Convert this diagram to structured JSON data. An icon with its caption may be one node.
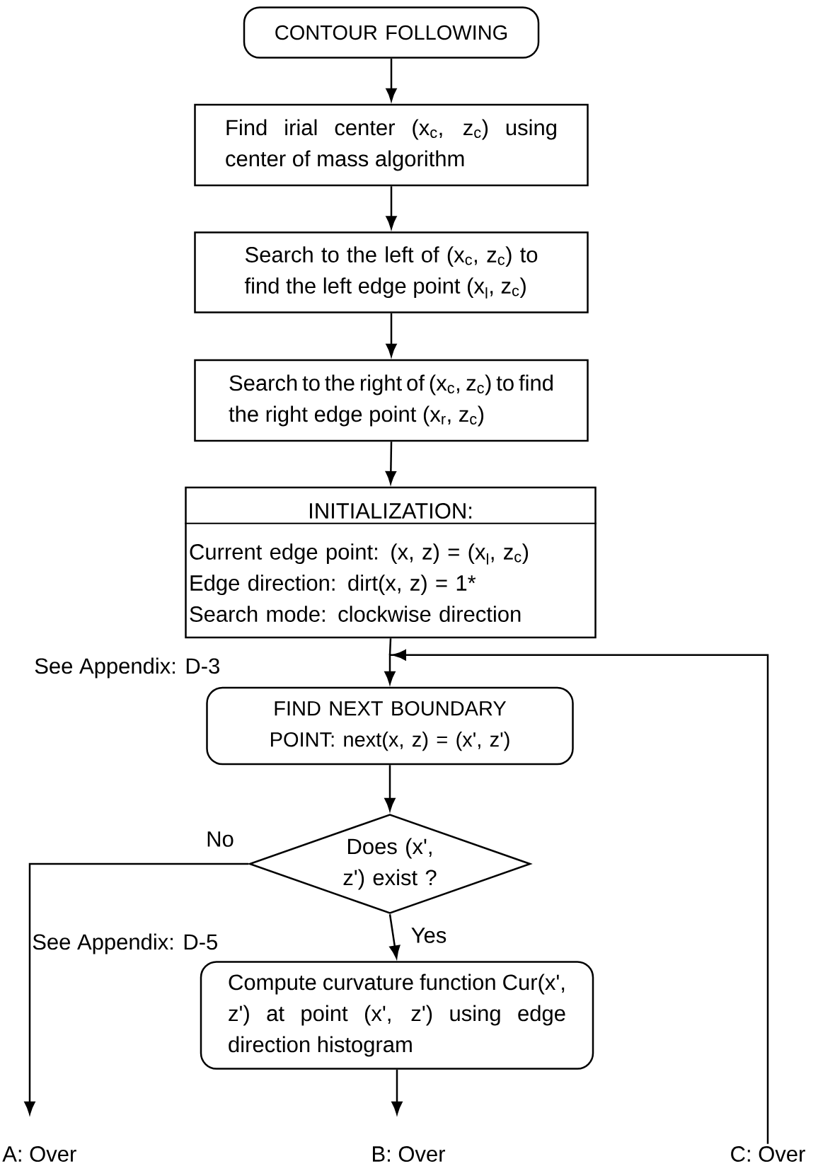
{
  "diagram": {
    "nodes": [
      {
        "text": [
          "CONTOUR FOLLOWING"
        ]
      },
      {
        "text": [
          "Find irial center (x$_{c}$, z$_{c}$) using center of mass algorithm"
        ]
      },
      {
        "text": [
          "Search to the left of (x$_{c}$, z$_{c}$) to find the left edge point (x$_{l}$, z$_{c}$)"
        ]
      },
      {
        "text": [
          "Search to the right of (x$_{c}$, z$_{c}$) to find the right edge point (x$_{r}$, z$_{c}$)"
        ]
      },
      {
        "text": [
          "INITIALIZATION:",
          "Current edge point: (x, z) = (x$_{l}$, z$_{c}$)",
          "Edge direction: dirt(x, z) = 1*",
          "Search mode: clockwise direction"
        ]
      },
      {
        "text": [
          "FIND NEXT BOUNDARY POINT: next(x, z) = (x', z')"
        ]
      },
      {
        "text": [
          "Does (x', z') exist ?"
        ]
      },
      {
        "text": [
          "Compute curvature function Cur(x', z') at point (x', z') using edge direction histogram"
        ]
      },
      {
        "text": [
          "A: Over"
        ]
      },
      {
        "text": [
          "B: Over"
        ]
      },
      {
        "text": [
          "C: Over"
        ]
      }
    ],
    "edges": [
      {
        "from": 0,
        "to": 1,
        "arrow": "to"
      },
      {
        "from": 1,
        "to": 2,
        "arrow": "to"
      },
      {
        "from": 2,
        "to": 3,
        "arrow": "to"
      },
      {
        "from": 3,
        "to": 4,
        "arrow": "to"
      },
      {
        "from": 4,
        "to": 5,
        "arrow": "to"
      },
      {
        "from": 5,
        "to": 6,
        "arrow": "to"
      },
      {
        "from": 6,
        "to": 8,
        "arrow": "to",
        "label": "No"
      },
      {
        "from": 6,
        "to": 7,
        "arrow": "to",
        "label": "Yes"
      },
      {
        "from": 7,
        "to": 9,
        "arrow": "to"
      },
      {
        "from": 10,
        "to": 5,
        "arrow": "to"
      }
    ],
    "labels": [
      "See Appendix: D-3",
      "See Appendix: D-5"
    ]
  }
}
